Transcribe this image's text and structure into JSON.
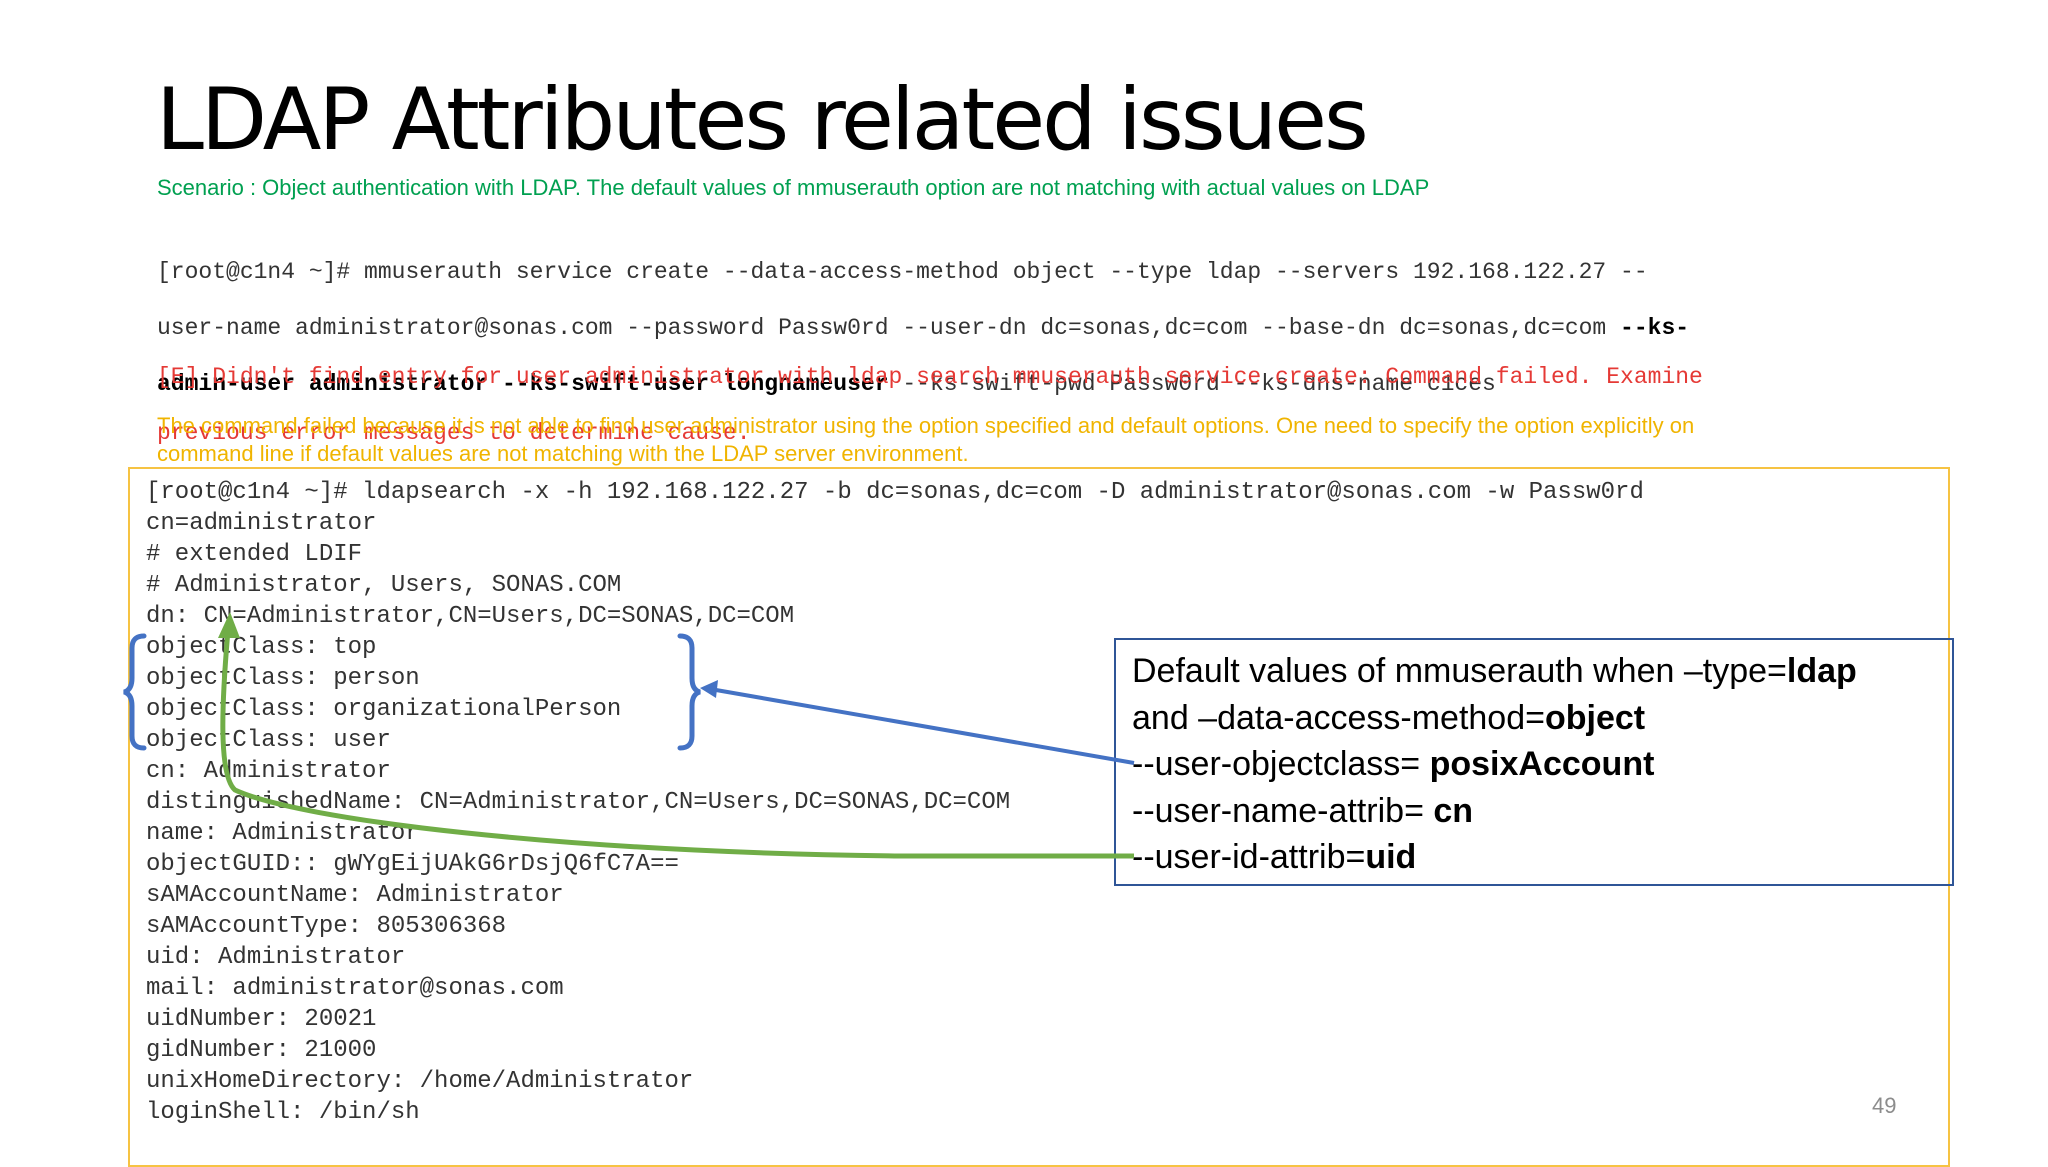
{
  "slide": {
    "title": "LDAP Attributes related issues",
    "scenario": "Scenario : Object authentication with LDAP. The default values of mmuserauth option are not matching with actual values on LDAP",
    "command": {
      "line1": "[root@c1n4 ~]# mmuserauth service create --data-access-method object --type ldap --servers 192.168.122.27 --",
      "line2_a": "user-name administrator@sonas.com --password Passw0rd --user-dn dc=sonas,dc=com --base-dn dc=sonas,dc=com ",
      "line2_b": "--ks-",
      "line3_a": "admin-user administrator --ks-swift-user longnameuser",
      "line3_b": " --ks-swift-pwd Passw0rd --ks-dns-name c1ces"
    },
    "error": {
      "line1": "[E] Didn't find entry for user administrator with ldap search mmuserauth service create: Command failed. Examine",
      "line2": "previous error messages to determine cause."
    },
    "note": {
      "line1": "The command failed because it is not able to find user administrator using the option specified and default options. One need to specify the option explicitly on",
      "line2": "command line if default values are not matching with the LDAP server environment."
    },
    "ldapsearch_output": [
      "[root@c1n4 ~]# ldapsearch -x -h 192.168.122.27 -b dc=sonas,dc=com -D administrator@sonas.com -w Passw0rd",
      "cn=administrator",
      "# extended LDIF",
      "# Administrator, Users, SONAS.COM",
      "dn: CN=Administrator,CN=Users,DC=SONAS,DC=COM",
      "objectClass: top",
      "objectClass: person",
      "objectClass: organizationalPerson",
      "objectClass: user",
      "cn: Administrator",
      "distinguishedName: CN=Administrator,CN=Users,DC=SONAS,DC=COM",
      "name: Administrator",
      "objectGUID:: gWYgEijUAkG6rDsjQ6fC7A==",
      "sAMAccountName: Administrator",
      "sAMAccountType: 805306368",
      "uid: Administrator",
      "mail: administrator@sonas.com",
      "uidNumber: 20021",
      "gidNumber: 21000",
      "unixHomeDirectory: /home/Administrator",
      "loginShell: /bin/sh"
    ],
    "defaults": {
      "line1_a": "Default values of mmuserauth when –type=",
      "line1_b": "ldap",
      "line2_a": "and –data-access-method=",
      "line2_b": "object",
      "line3_a": "--user-objectclass= ",
      "line3_b": "posixAccount",
      "line4_a": "--user-name-attrib= ",
      "line4_b": "cn",
      "line5_a": "--user-id-attrib=",
      "line5_b": "uid"
    },
    "page_number": "49",
    "colors": {
      "scenario": "#00a050",
      "error": "#e53935",
      "note": "#f0b400",
      "ldap_box_border": "#f6c343",
      "defaults_box_border": "#2f5597",
      "blue_arrow": "#4472c4",
      "green_arrow": "#70ad47"
    }
  }
}
